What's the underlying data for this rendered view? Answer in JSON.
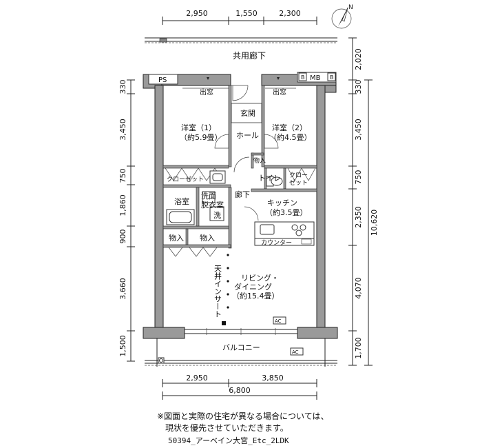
{
  "north_label": "N",
  "top_dims": [
    "2,950",
    "1,550",
    "2,300"
  ],
  "corridor_label": "共用廊下",
  "left_dims": [
    "330",
    "3,450",
    "750",
    "1,860",
    "900",
    "3,660",
    "1,500"
  ],
  "right_dims": [
    "2,020",
    "330",
    "3,450",
    "750",
    "2,350",
    "4,070",
    "1,700"
  ],
  "right_total": "10,620",
  "bottom_dims": [
    "2,950",
    "3,850"
  ],
  "bottom_total": "6,800",
  "labels": {
    "ps": "PS",
    "mb": "MB",
    "b1": "B",
    "b2": "B",
    "demado1": "出窓",
    "demado2": "出窓",
    "genkan": "玄関",
    "hall": "ホール",
    "yoshitsu1": "洋室（1）",
    "yoshitsu1_size": "（約5.9畳）",
    "yoshitsu2": "洋室（2）",
    "yoshitsu2_size": "（約4.5畳）",
    "closet1": "クローゼット",
    "closet2_a": "クロー",
    "closet2_b": "ゼット",
    "monoire_small": "物入",
    "toilet": "トイレ",
    "rouka": "廊下",
    "senmen_a": "洗面",
    "senmen_b": "脱衣室",
    "yokushitsu": "浴室",
    "sentaku": "洗",
    "kitchen": "キッチン",
    "kitchen_size": "（約3.5畳）",
    "counter": "カウンター",
    "monoire1": "物入",
    "monoire2": "物入",
    "tenjo": "天井インサート",
    "living_a": "リビング・",
    "living_b": "ダイニング",
    "living_size": "（約15.4畳）",
    "ac1": "AC",
    "ac2": "AC",
    "balcony": "バルコニー"
  },
  "note_line1": "※図面と実際の住宅が異なる場合については、",
  "note_line2": "現状を優先させていただきます。",
  "plan_code": "50394_アーベイン大宮_Etc_2LDK"
}
